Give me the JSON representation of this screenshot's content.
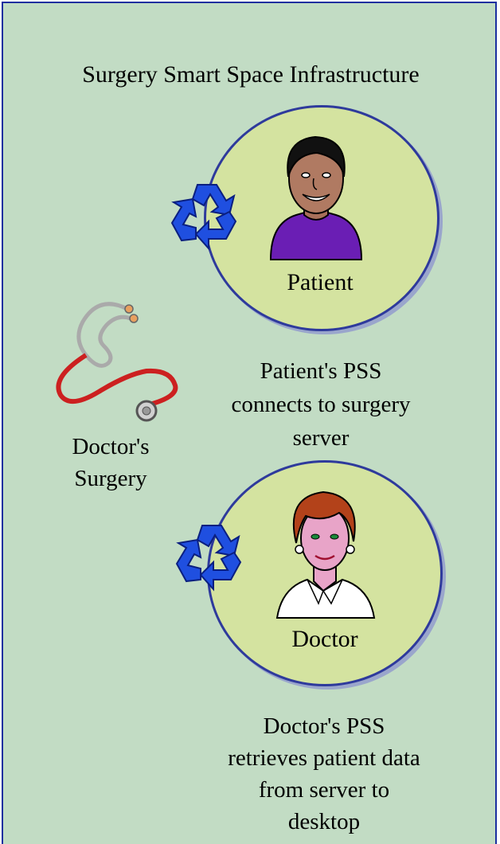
{
  "title": "Surgery Smart Space Infrastructure",
  "location": {
    "label_line1": "Doctor's",
    "label_line2": "Surgery"
  },
  "nodes": [
    {
      "label": "Patient",
      "caption_line1": "Patient's PSS",
      "caption_line2": "connects to surgery",
      "caption_line3": "server"
    },
    {
      "label": "Doctor",
      "caption_line1": "Doctor's PSS",
      "caption_line2": "retrieves patient data",
      "caption_line3": "from server to",
      "caption_line4": "desktop"
    }
  ],
  "colors": {
    "background": "#c2dcc4",
    "border": "#1b2fa0",
    "circle_fill": "#d4e3a0",
    "circle_stroke": "#2e3a9c",
    "recycle": "#1f4fe0"
  },
  "icons": [
    "recycle-icon",
    "patient-icon",
    "doctor-icon",
    "stethoscope-icon"
  ]
}
